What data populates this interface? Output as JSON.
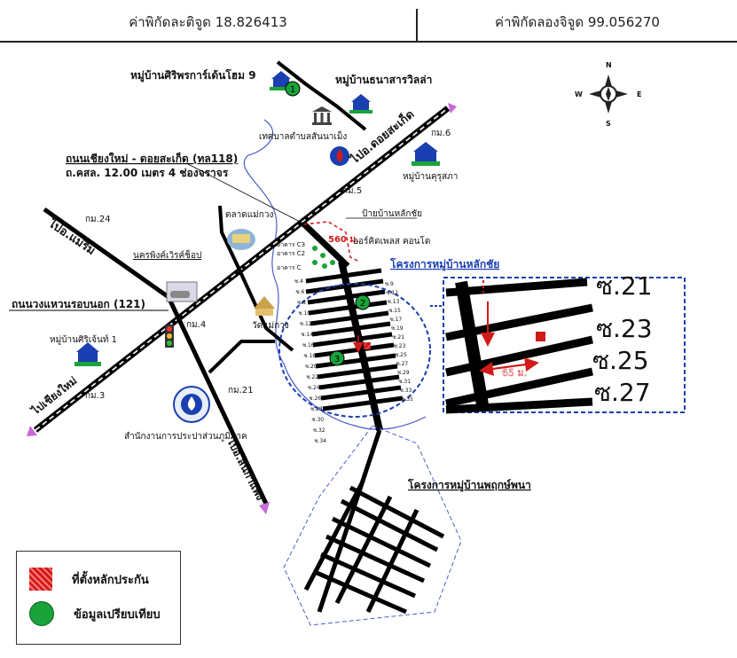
{
  "header": {
    "lat_label": "ค่าพิกัดละติจูด 18.826413",
    "lon_label": "ค่าพิกัดลองจิจูด 99.056270"
  },
  "compass": {
    "n": "N",
    "s": "S",
    "e": "E",
    "w": "W"
  },
  "labels": {
    "village_siriporn": "หมู่บ้านศิริพรการ์เด้นโฮม 9",
    "village_thanasarn": "หมู่บ้านธนาสารวิลล่า",
    "municipality": "เทศบาลตำบลสันนาเม็ง",
    "to_doi_saket": "ไปอ.ดอยสะเก็ด",
    "village_kunsapha": "หมู่บ้านคุรุสภา",
    "road_118": "ถนนเชียงใหม่ - ดอยสะเก็ด (ทล118)",
    "road_118_spec": "ถ.คสล. 12.00 เมตร 4 ช่องจราจร",
    "market": "ตลาดแม่กวง",
    "to_mae_rim": "ไปอ.แม่ริม",
    "sign_lakchai": "ป้ายบ้านหลักชัย",
    "dist_560": "560 ม.",
    "orchid_condo": "ออร์คิดเพลส คอนโด",
    "bldg_c3": "อาคาร C3",
    "bldg_c2": "อาคาร C2",
    "bldg_c1": "อาคาร C",
    "project_lakchai": "โครงการหมู่บ้านหลักชัย",
    "nakornping": "นครพิงค์เวิรค์ช็อป",
    "ring_road": "ถนนวงแหวนรอบนอก (121)",
    "village_siriman": "หมู่บ้านศิริเจ้นท์ 1",
    "temple": "วัดแม่กวง",
    "to_chiangmai": "ไปเชียงใหม่",
    "land_office": "สำนักงานการประปาส่วนภูมิภาค",
    "to_sankamphaeng": "ไปอ.สันกำแพง",
    "project_pruksa": "โครงการหมู่บ้านพฤกษ์พนา",
    "km6": "กม.6",
    "km5": "กม.5",
    "km24": "กม.24",
    "km4": "กม.4",
    "km3": "กม.3",
    "km21": "กม.21"
  },
  "soi_left": [
    "ซ.4",
    "ซ.6",
    "ซ.8",
    "ซ.10",
    "ซ.12",
    "ซ.14",
    "ซ.16",
    "ซ.18",
    "ซ.20",
    "ซ.22",
    "ซ.24",
    "ซ.26",
    "ซ.28",
    "ซ.30",
    "ซ.32",
    "ซ.34"
  ],
  "soi_right": [
    "ซ.9",
    "ซ.11",
    "ซ.13",
    "ซ.15",
    "ซ.17",
    "ซ.19",
    "ซ.21",
    "ซ.23",
    "ซ.25",
    "ซ.27",
    "ซ.29",
    "ซ.31",
    "ซ.33",
    "ซ.35"
  ],
  "inset": {
    "soi": [
      "ซ.21",
      "ซ.23",
      "ซ.25",
      "ซ.27"
    ],
    "dist": "65 ม."
  },
  "markers": [
    "1",
    "2",
    "3"
  ],
  "legend": {
    "collateral": "ที่ตั้งหลักประกัน",
    "comparison": "ข้อมูลเปรียบเทียบ"
  },
  "colors": {
    "road": "#000000",
    "boundary": "#1a3fb0",
    "marker": "#19a33a",
    "collateral": "#d11a1a",
    "river": "#4a5fc7",
    "arrow_pink": "#c76ad6"
  }
}
